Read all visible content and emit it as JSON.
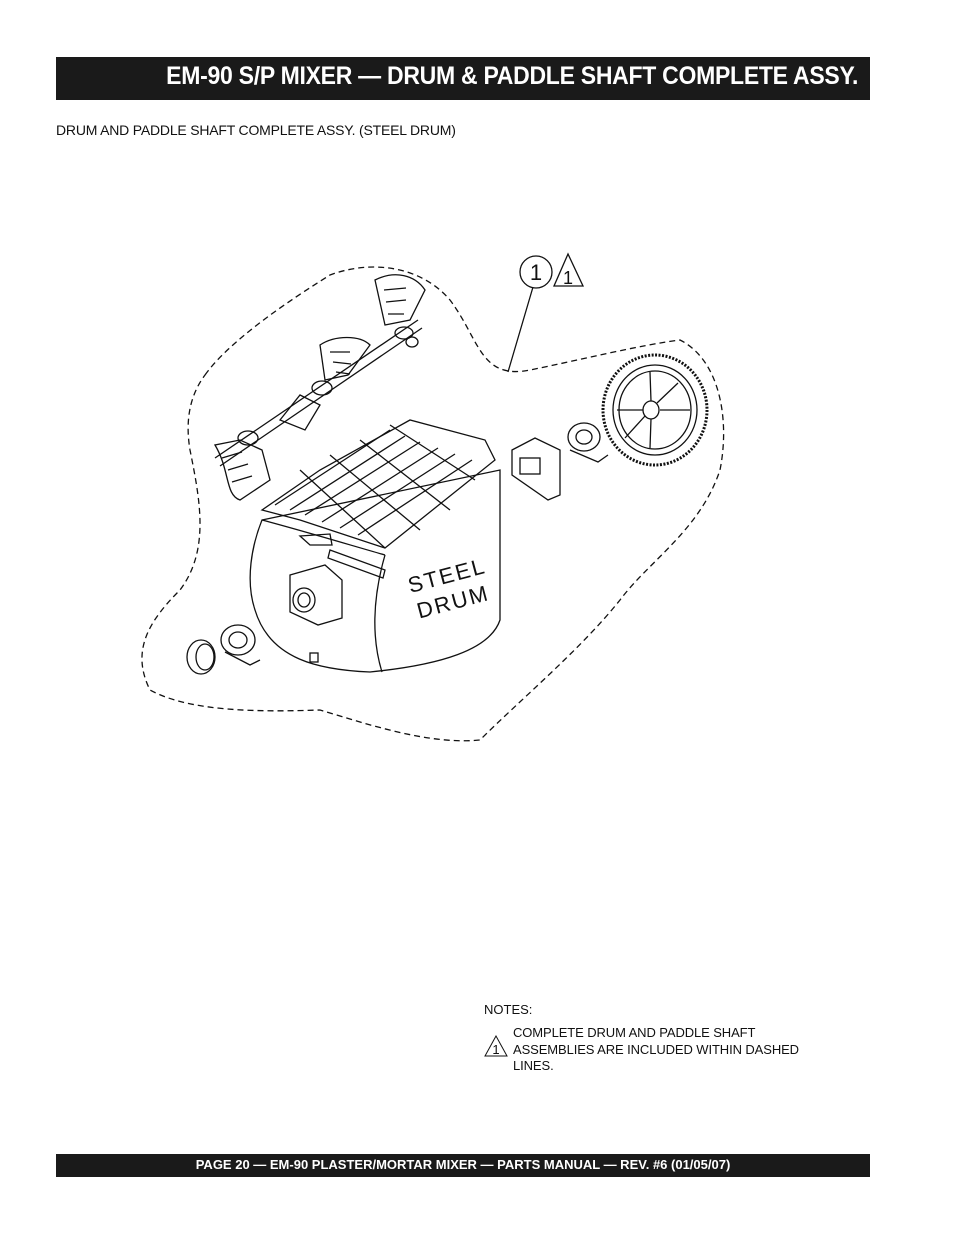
{
  "header": {
    "title": "EM-90 S/P MIXER —  DRUM & PADDLE SHAFT COMPLETE ASSY."
  },
  "subtitle": "DRUM AND PADDLE SHAFT COMPLETE ASSY.  (STEEL DRUM)",
  "diagram": {
    "callout_item": "1",
    "callout_note_ref": "1",
    "drum_label_line1": "STEEL",
    "drum_label_line2": "DRUM"
  },
  "notes": {
    "heading": "NOTES:",
    "items": [
      {
        "marker": "1",
        "text": "COMPLETE DRUM AND PADDLE SHAFT ASSEMBLIES ARE INCLUDED WITHIN DASHED LINES."
      }
    ]
  },
  "footer": {
    "text": "PAGE 20 — EM-90 PLASTER/MORTAR  MIXER — PARTS MANUAL — REV. #6 (01/05/07)"
  },
  "colors": {
    "bar_background": "#1a1a1a",
    "bar_text": "#ffffff",
    "line_art": "#111111"
  }
}
